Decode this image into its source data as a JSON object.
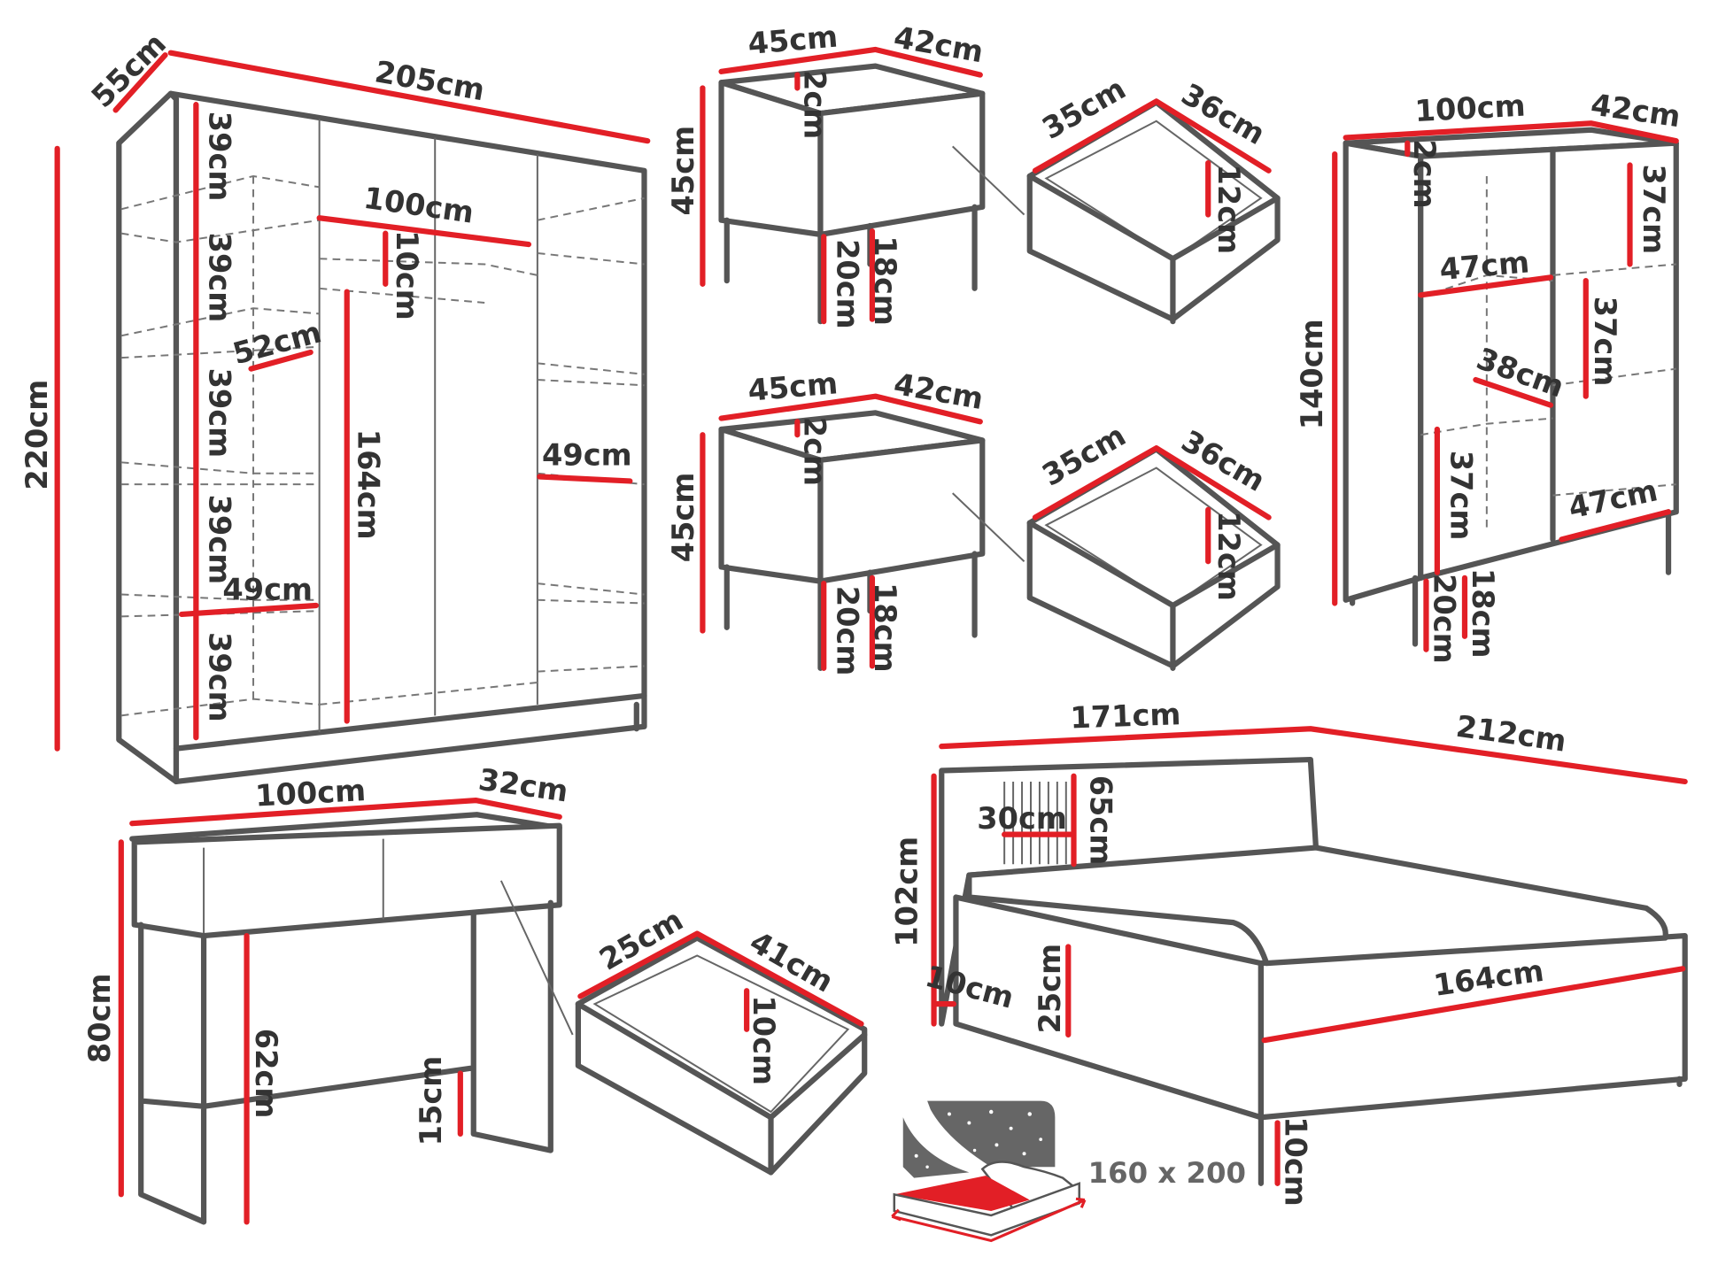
{
  "colors": {
    "outline": "#555555",
    "dimension": "#e21f26",
    "text": "#333333"
  },
  "wardrobe": {
    "depth": "55cm",
    "width": "205cm",
    "height": "220cm",
    "shelf_heights": [
      "39cm",
      "39cm",
      "39cm",
      "39cm",
      "39cm"
    ],
    "inner_width": "100cm",
    "rail_gap": "10cm",
    "shelf_depth": "52cm",
    "hanging_height": "164cm",
    "right_shelf_width": "49cm",
    "left_shelf_width": "49cm"
  },
  "nightstands": [
    {
      "width": "45cm",
      "depth": "42cm",
      "top": "2cm",
      "height": "45cm",
      "leg_height": "20cm",
      "body_offset": "18cm",
      "drawer": {
        "width": "35cm",
        "depth": "36cm",
        "height": "12cm"
      }
    },
    {
      "width": "45cm",
      "depth": "42cm",
      "top": "2cm",
      "height": "45cm",
      "leg_height": "20cm",
      "body_offset": "18cm",
      "drawer": {
        "width": "35cm",
        "depth": "36cm",
        "height": "12cm"
      }
    }
  ],
  "cabinet": {
    "width": "100cm",
    "depth": "42cm",
    "top": "2cm",
    "height": "140cm",
    "top_right_shelf": "37cm",
    "shelf_width": "47cm",
    "right_mid_shelf": "37cm",
    "shelf_depth": "38cm",
    "left_low_shelf": "37cm",
    "bottom_shelf_width": "47cm",
    "leg_height": "20cm",
    "body_offset": "18cm"
  },
  "console": {
    "width": "100cm",
    "depth": "32cm",
    "height": "80cm",
    "knee_height": "62cm",
    "bar_height": "15cm",
    "drawer": {
      "width": "25cm",
      "depth": "41cm",
      "height": "10cm"
    }
  },
  "bed": {
    "width": "171cm",
    "length": "212cm",
    "headboard_height": "102cm",
    "panel_width": "30cm",
    "panel_height": "65cm",
    "headboard_thickness": "10cm",
    "frame_height": "25cm",
    "inner_width": "164cm",
    "leg_height": "10cm",
    "mattress_size": "160 x 200"
  }
}
